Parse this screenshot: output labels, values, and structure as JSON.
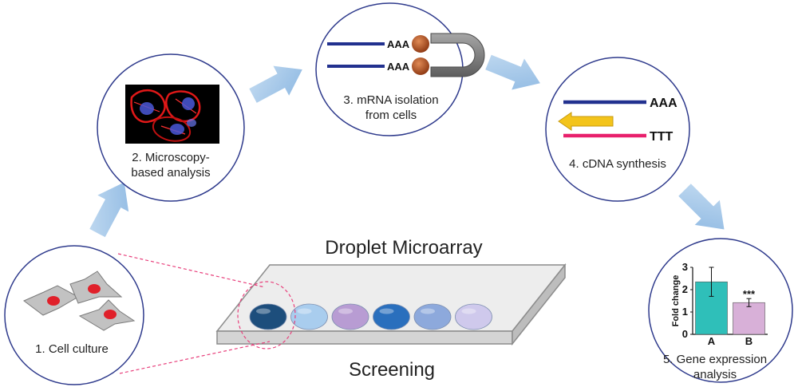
{
  "steps": {
    "cell_culture": "1. Cell culture",
    "microscopy_line1": "2. Microscopy-",
    "microscopy_line2": "based analysis",
    "mrna_line1": "3. mRNA isolation",
    "mrna_line2": "from cells",
    "cdna": "4. cDNA synthesis",
    "gene_line1": "5. Gene expression",
    "gene_line2": "analysis"
  },
  "array": {
    "title": "Droplet Microarray",
    "subtitle": "Screening",
    "droplet_colors": [
      "#1d4e7c",
      "#a9cdee",
      "#b89cd3",
      "#2a6fbd",
      "#8da9dc",
      "#cfc9ec"
    ]
  },
  "mrna": {
    "tail_top": "AAA",
    "tail_bottom": "AAA"
  },
  "cdna_labels": {
    "poly_a": "AAA",
    "poly_t": "TTT"
  },
  "colors": {
    "arrow": "#9dc3e6",
    "circle": "#2e3a8c",
    "strand_blue": "#22318f",
    "strand_pink": "#e8206c",
    "primer_arrow": "#f3c41b",
    "bead": "#b5531e",
    "magnet": "#7f7f7f",
    "bar_a": "#2fbfb9",
    "bar_b": "#d8b0d8",
    "cell_body": "#bdbdbd",
    "nucleus": "#e0202a",
    "dashed": "#e8407c"
  },
  "chart_data": {
    "type": "bar",
    "categories": [
      "A",
      "B"
    ],
    "values": [
      2.35,
      1.42
    ],
    "errors": [
      0.65,
      0.18
    ],
    "significance": [
      "",
      "***"
    ],
    "ylabel": "Fold change",
    "ylim": [
      0,
      3
    ],
    "yticks": [
      "0",
      "1",
      "2",
      "3"
    ]
  }
}
